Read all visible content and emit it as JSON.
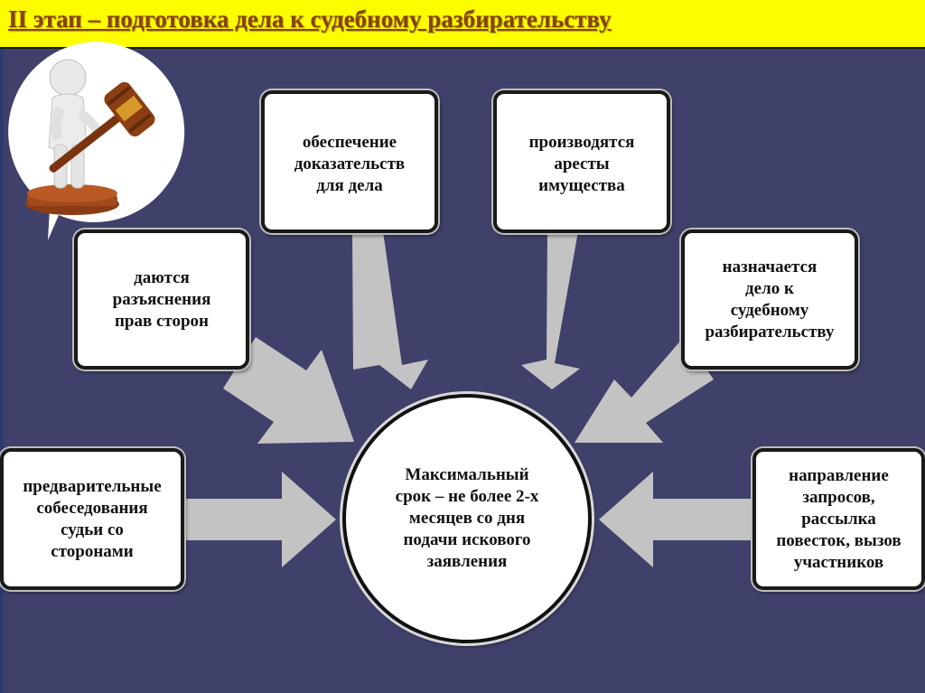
{
  "title": "II этап – подготовка дела к судебному разбирательству",
  "illustration": {
    "icon": "judge-gavel-figure-icon"
  },
  "center": {
    "text": "Максимальный\nсрок – не более 2-х\nмесяцев со дня\nподачи искового\nзаявления"
  },
  "boxes": {
    "explanations": "даются\nразъяснения\nправ сторон",
    "evidence": "обеспечение\nдоказательств\nдля дела",
    "arrests": "производятся\nаресты\nимущества",
    "scheduling": "назначается\nдело к\nсудебному\nразбирательству",
    "interviews": "предварительные\nсобеседования\nсудьи со\nсторонами",
    "requests": "направление\nзапросов,\nрассылка\nповесток, вызов\nучастников"
  },
  "colors": {
    "background": "#40416a",
    "title_bar": "#fefd00",
    "title_text": "#8a4010",
    "arrow": "#c3c3c3"
  }
}
